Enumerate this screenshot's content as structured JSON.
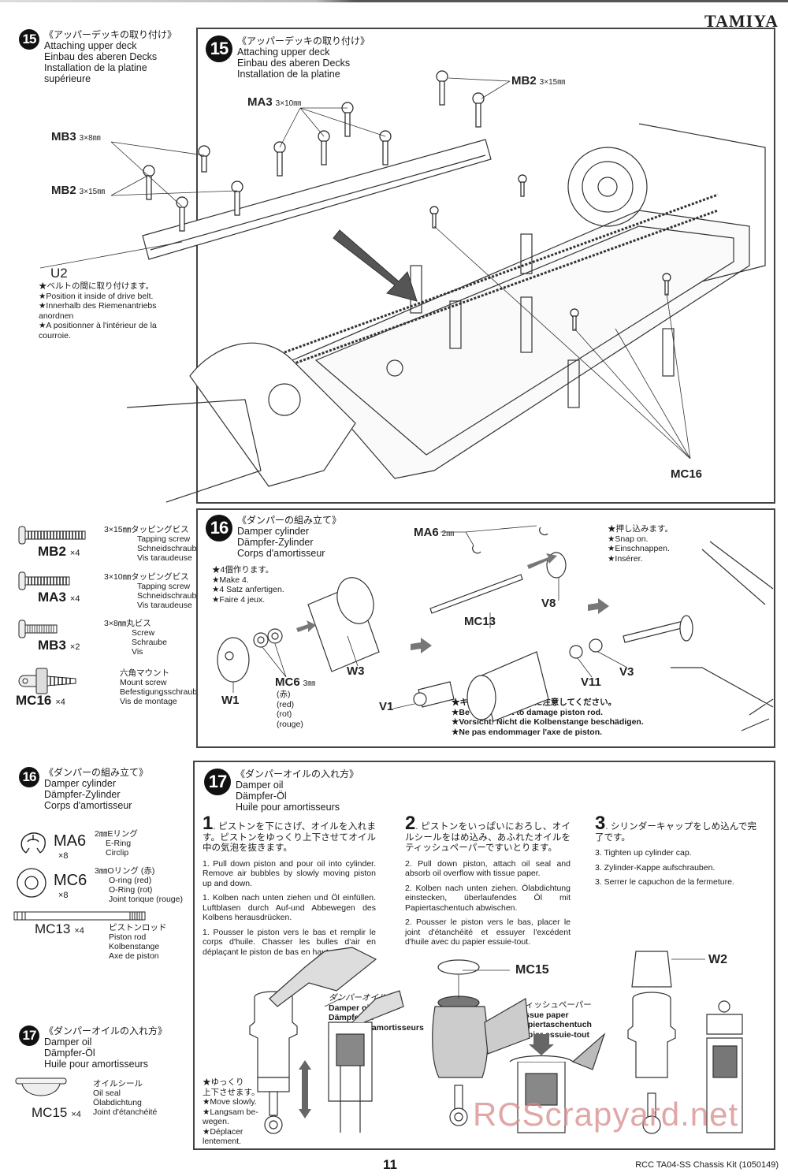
{
  "brand": "TAMIYA",
  "footer": {
    "page_number": "11",
    "kit_name": "RCC TA04-SS Chassis Kit (1050149)"
  },
  "watermark": "RCScrapyard.net",
  "sidebar": {
    "step15": {
      "number": "15",
      "jp": "《アッパーデッキの取り付け》",
      "en": "Attaching upper deck",
      "de": "Einbau des aberen Decks",
      "fr": "Installation de la platine supérieure"
    },
    "u2_label": "U2",
    "u2_notes": [
      "★ベルトの間に取り付けます。",
      "★Position it inside of drive belt.",
      "★Innerhalb des Riemenantriebs anordnen",
      "★A positionner à l'intérieur de la courroie."
    ],
    "parts15": [
      {
        "code": "MB2",
        "qty": "×4",
        "jp": "3×15㎜タッピングビス",
        "en": "Tapping screw",
        "de": "Schneidschraube",
        "fr": "Vis taraudeuse"
      },
      {
        "code": "MA3",
        "qty": "×4",
        "jp": "3×10㎜タッピングビス",
        "en": "Tapping screw",
        "de": "Schneidschraube",
        "fr": "Vis taraudeuse"
      },
      {
        "code": "MB3",
        "qty": "×2",
        "jp": "3×8㎜丸ビス",
        "en": "Screw",
        "de": "Schraube",
        "fr": "Vis"
      },
      {
        "code": "MC16",
        "qty": "×4",
        "jp": "六角マウント",
        "en": "Mount screw",
        "de": "Befestigungsschraube",
        "fr": "Vis de montage"
      }
    ],
    "step16": {
      "number": "16",
      "jp": "《ダンパーの組み立て》",
      "en": "Damper cylinder",
      "de": "Dämpfer-Zylinder",
      "fr": "Corps d'amortisseur"
    },
    "parts16": [
      {
        "code": "MA6",
        "qty": "×8",
        "jp": "2㎜Eリング",
        "en": "E-Ring",
        "de": "Circlip",
        "fr": ""
      },
      {
        "code": "MC6",
        "qty": "×8",
        "jp": "3㎜Oリング (赤)",
        "en": "O-ring (red)",
        "de": "O-Ring (rot)",
        "fr": "Joint torique (rouge)"
      },
      {
        "code": "MC13",
        "qty": "×4",
        "jp": "ピストンロッド",
        "en": "Piston rod",
        "de": "Kolbenstange",
        "fr": "Axe de piston"
      }
    ],
    "step17": {
      "number": "17",
      "jp": "《ダンパーオイルの入れ方》",
      "en": "Damper oil",
      "de": "Dämpfer-Öl",
      "fr": "Huile pour amortisseurs"
    },
    "parts17": [
      {
        "code": "MC15",
        "qty": "×4",
        "jp": "オイルシール",
        "en": "Oil seal",
        "de": "Ölabdichtung",
        "fr": "Joint d'étanchéité"
      }
    ]
  },
  "panel15": {
    "number": "15",
    "jp": "《アッパーデッキの取り付け》",
    "en": "Attaching upper deck",
    "de": "Einbau des aberen Decks",
    "fr": "Installation de la platine",
    "labels": {
      "mb2_top": "MB2",
      "mb2_top_size": "3×15㎜",
      "ma3": "MA3",
      "ma3_size": "3×10㎜",
      "mb3": "MB3",
      "mb3_size": "3×8㎜",
      "mb2_left": "MB2",
      "mb2_left_size": "3×15㎜",
      "mc16": "MC16"
    }
  },
  "panel16": {
    "number": "16",
    "jp": "《ダンパーの組み立て》",
    "en": "Damper cylinder",
    "de": "Dämpfer-Zylinder",
    "fr": "Corps d'amortisseur",
    "make_notes": [
      "★4個作ります。",
      "★Make 4.",
      "★4 Satz anfertigen.",
      "★Faire 4 jeux."
    ],
    "snap_notes": [
      "★押し込みます。",
      "★Snap on.",
      "★Einschnappen.",
      "★Insérer."
    ],
    "careful_notes": [
      "★キズをつけないように注意してください。",
      "★Be careful not to damage piston rod.",
      "★Vorsicht! Nicht die Kolbenstange beschädigen.",
      "★Ne pas endommager l'axe de piston."
    ],
    "labels": {
      "ma6": "MA6",
      "ma6_size": "2㎜",
      "mc13": "MC13",
      "v8": "V8",
      "w3": "W3",
      "w1": "W1",
      "mc6": "MC6",
      "mc6_size": "3㎜",
      "mc6_color": [
        "(赤)",
        "(red)",
        "(rot)",
        "(rouge)"
      ],
      "v1": "V1",
      "v11": "V11",
      "v3": "V3"
    }
  },
  "panel17": {
    "number": "17",
    "jp": "《ダンパーオイルの入れ方》",
    "en": "Damper oil",
    "de": "Dämpfer-Öl",
    "fr": "Huile pour amortisseurs",
    "steps": [
      {
        "num": "1",
        "jp": "ピストンを下にさげ、オイルを入れます。ピストンをゆっくり上下させてオイル中の気泡を抜きます。",
        "en": "1. Pull down piston and pour oil into cylinder. Remove air bubbles by slowly moving piston up and down.",
        "de": "1. Kolben nach unten ziehen und Öl einfüllen. Luftblasen durch Auf-und Abbewegen des Kolbens herausdrücken.",
        "fr": "1. Pousser le piston vers le bas et remplir le corps d'huile. Chasser les bulles d'air en déplaçant le piston de bas en haut."
      },
      {
        "num": "2",
        "jp": "ピストンをいっぱいにおろし、オイルシールをはめ込み、あふれたオイルをティッシュペーパーですいとります。",
        "en": "2. Pull down piston, attach oil seal and absorb oil overflow with tissue paper.",
        "de": "2. Kolben nach unten ziehen. Ölabdichtung einstecken, überlaufendes Öl mit Papiertaschentuch abwischen.",
        "fr": "2. Pousser le piston vers le bas, placer le joint d'étanchéité et essuyer l'excédent d'huile avec du papier essuie-tout."
      },
      {
        "num": "3",
        "jp": "シリンダーキャップをしめ込んで完了です。",
        "en": "3. Tighten up cylinder cap.",
        "de": "3. Zylinder-Kappe aufschrauben.",
        "fr": "3. Serrer le capuchon de la fermeture."
      }
    ],
    "oil_label": [
      "ダンパーオイル",
      "Damper oil",
      "Dämpfer-Öl",
      "Huile pour amortisseurs"
    ],
    "tissue_label": [
      "ティッシュペーパー",
      "Tissue paper",
      "Papiertaschentuch",
      "Papier essuie-tout"
    ],
    "slow_notes": [
      "★ゆっくり",
      "上下させます。",
      "★Move slowly.",
      "★Langsam be-",
      "wegen.",
      "★Déplacer",
      "lentement."
    ],
    "labels": {
      "mc15": "MC15",
      "w2": "W2"
    }
  }
}
